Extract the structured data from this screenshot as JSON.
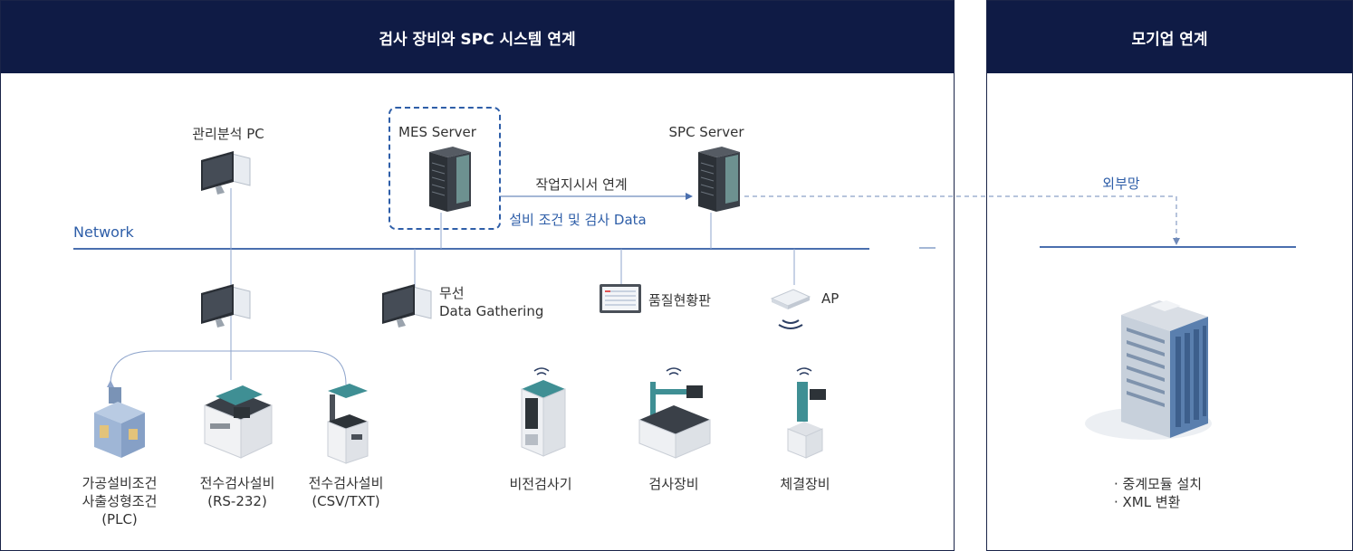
{
  "panels": {
    "left_title": "검사 장비와 SPC 시스템 연계",
    "right_title": "모기업 연계"
  },
  "network_label": "Network",
  "nodes": {
    "admin_pc": "관리분석 PC",
    "mes_server": "MES Server",
    "spc_server": "SPC Server",
    "wireless": "무선\nData Gathering",
    "quality_board": "품질현황판",
    "ap": "AP",
    "machining": "가공설비조건\n사출성형조건\n(PLC)",
    "full_inspection_rs": "전수검사설비\n(RS-232)",
    "full_inspection_csv": "전수검사설비\n(CSV/TXT)",
    "vision_inspector": "비전검사기",
    "inspection_equipment": "검사장비",
    "fastening_equipment": "체결장비"
  },
  "arrows": {
    "work_order": "작업지시서 연계",
    "equipment_data": "설비 조건 및 검사 Data",
    "external_network": "외부망"
  },
  "parent_notes": {
    "line1": "· 중계모듈 설치",
    "line2": "· XML 변환"
  },
  "colors": {
    "header": "#0f1b45",
    "network_line": "#4a6fae",
    "accent_text": "#2e5ea8",
    "highlight_box": "#2e5ea8"
  }
}
